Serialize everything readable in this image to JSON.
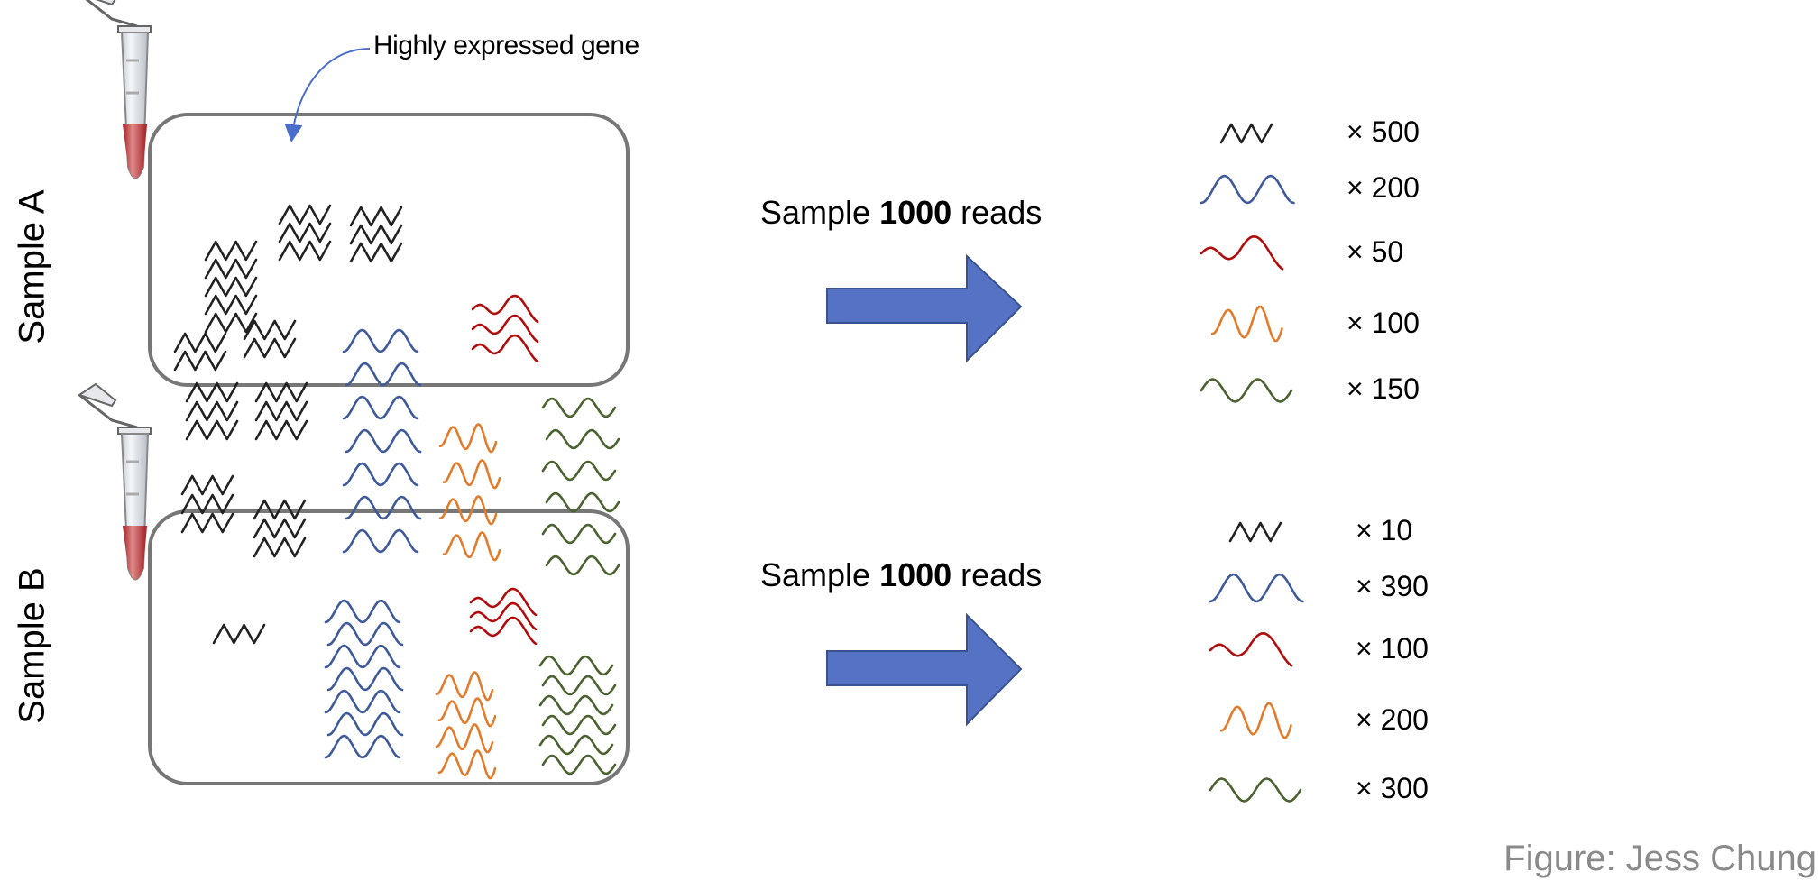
{
  "samples": [
    {
      "label": "Sample A",
      "action": {
        "prefix": "Sample ",
        "number": "1000",
        "suffix": " reads"
      },
      "counts": [
        {
          "gene": "black",
          "label": "× 500"
        },
        {
          "gene": "blue",
          "label": "× 200"
        },
        {
          "gene": "red",
          "label": "× 50"
        },
        {
          "gene": "orange",
          "label": "× 100"
        },
        {
          "gene": "green",
          "label": "× 150"
        }
      ]
    },
    {
      "label": "Sample B",
      "action": {
        "prefix": "Sample ",
        "number": "1000",
        "suffix": " reads"
      },
      "counts": [
        {
          "gene": "black",
          "label": "× 10"
        },
        {
          "gene": "blue",
          "label": "× 390"
        },
        {
          "gene": "red",
          "label": "× 100"
        },
        {
          "gene": "orange",
          "label": "× 200"
        },
        {
          "gene": "green",
          "label": "× 300"
        }
      ]
    }
  ],
  "callout": "Highly expressed gene",
  "credit": "Figure:  Jess Chung",
  "colors": {
    "black": "#222222",
    "blue": "#3f5a9a",
    "red": "#b00d0d",
    "orange": "#e07c2c",
    "green": "#4b6231",
    "arrow_fill": "#5572c4",
    "arrow_stroke": "#3b5290",
    "box_stroke": "#777777",
    "tube_liquid": "#b8282c",
    "callout_arrow": "#4a6ccc"
  }
}
